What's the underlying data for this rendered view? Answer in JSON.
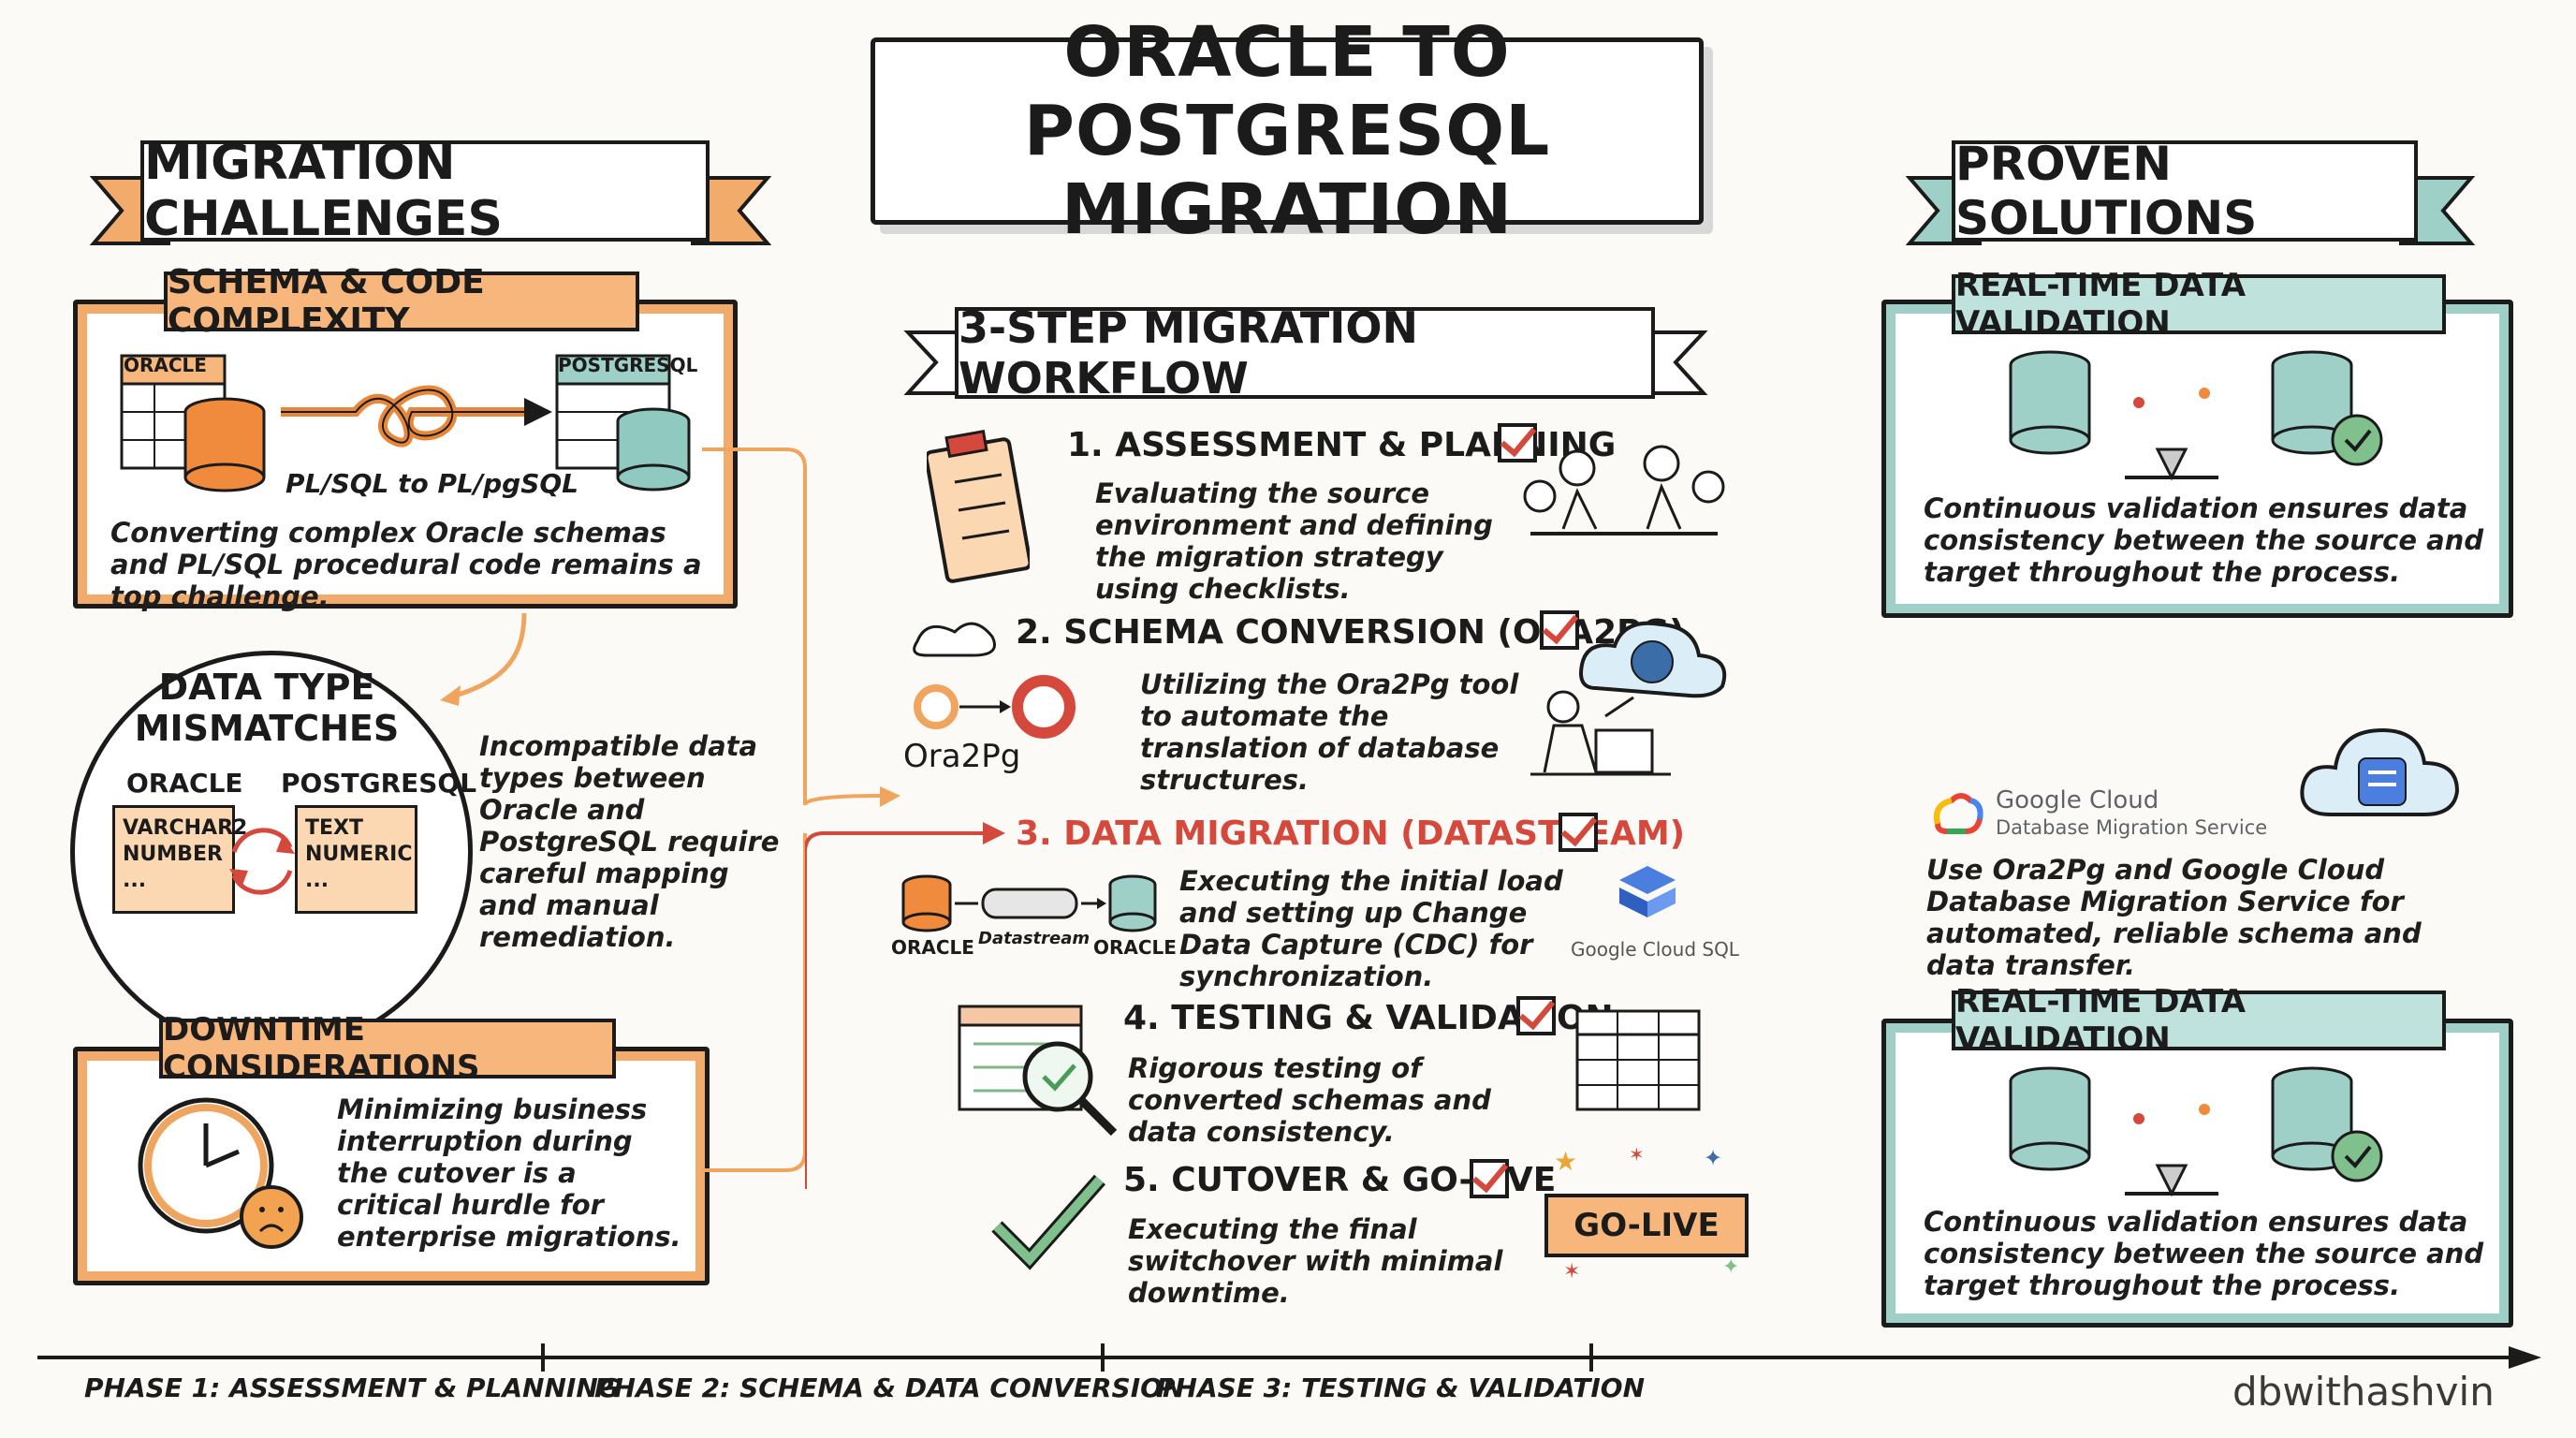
{
  "title": "ORACLE TO POSTGRESQL MIGRATION",
  "left": {
    "heading": "MIGRATION CHALLENGES",
    "schema": {
      "tag": "SCHEMA & CODE COMPLEXITY",
      "oracle_label": "ORACLE",
      "pg_label": "POSTGRESQL",
      "arrow_label": "PL/SQL to PL/pgSQL",
      "desc": "Converting complex Oracle schemas and PL/SQL procedural code remains a top challenge."
    },
    "datatype": {
      "title": "DATA TYPE MISMATCHES",
      "col_oracle": "ORACLE",
      "col_pg": "POSTGRESQL",
      "oracle_types": "VARCHAR2\nNUMBER\n...",
      "pg_types": "TEXT\nNUMERIC\n...",
      "desc": "Incompatible data types between Oracle and PostgreSQL require careful mapping and manual remediation."
    },
    "downtime": {
      "tag": "DOWNTIME CONSIDERATIONS",
      "desc": "Minimizing business interruption during the cutover is a critical hurdle for enterprise migrations."
    }
  },
  "center": {
    "heading": "3-STEP MIGRATION WORKFLOW",
    "steps": [
      {
        "title": "1. ASSESSMENT & PLANNING",
        "desc": "Evaluating the source environment and defining the migration strategy using checklists."
      },
      {
        "title": "2. SCHEMA CONVERSION (ORA2PG)",
        "desc": "Utilizing the Ora2Pg tool to automate the translation of database structures.",
        "tool": "Ora2Pg"
      },
      {
        "title": "3. DATA MIGRATION (DATASTREAM)",
        "desc": "Executing the initial load and setting up Change Data Capture (CDC) for synchronization.",
        "src": "ORACLE",
        "pipe": "Datastream",
        "dst": "ORACLE",
        "logo": "Google Cloud SQL"
      },
      {
        "title": "4. TESTING & VALIDATION",
        "desc": "Rigorous testing of converted schemas and data consistency."
      },
      {
        "title": "5. CUTOVER & GO-LIVE",
        "desc": "Executing the final switchover with minimal downtime.",
        "badge": "GO-LIVE"
      }
    ]
  },
  "right": {
    "heading": "PROVEN SOLUTIONS",
    "validation1": {
      "tag": "REAL-TIME DATA VALIDATION",
      "desc": "Continuous validation ensures data consistency between the source and target throughout the process."
    },
    "dms": {
      "brand": "Google Cloud",
      "product": "Database Migration Service",
      "desc": "Use Ora2Pg and Google Cloud Database Migration Service for automated, reliable schema and data transfer."
    },
    "validation2": {
      "tag": "REAL-TIME DATA VALIDATION",
      "desc": "Continuous validation ensures data consistency between the source and target throughout the process."
    }
  },
  "timeline": {
    "phases": [
      "PHASE 1: ASSESSMENT & PLANNING",
      "PHASE 2: SCHEMA & DATA CONVERSION",
      "PHASE 3: TESTING & VALIDATION"
    ]
  },
  "watermark": "dbwithashvin",
  "colors": {
    "orange": "#f3ab6c",
    "teal": "#9fd0c8",
    "red": "#d5483c",
    "ink": "#1b1b1b"
  }
}
